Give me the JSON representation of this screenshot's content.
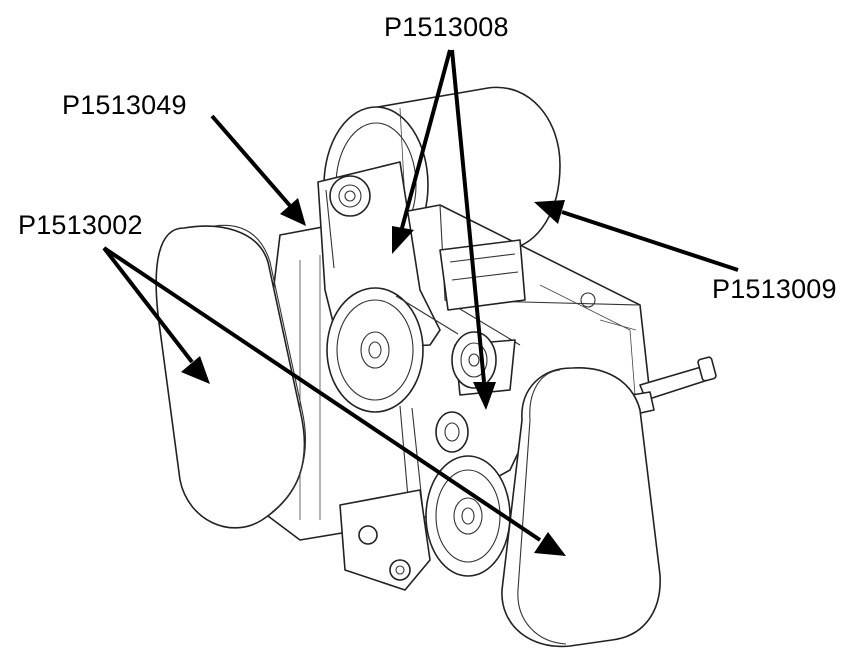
{
  "callouts": {
    "p1513008": "P1513008",
    "p1513049": "P1513049",
    "p1513002": "P1513002",
    "p1513009": "P1513009"
  },
  "colors": {
    "line": "#000000",
    "background": "#ffffff"
  }
}
